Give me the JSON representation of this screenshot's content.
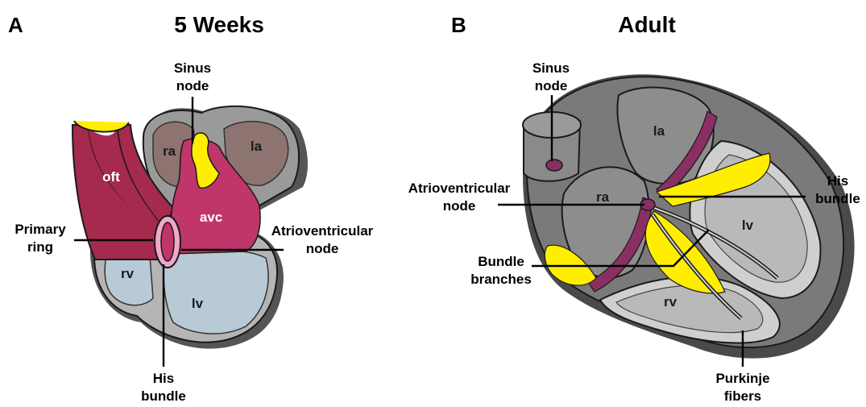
{
  "panel_a": {
    "letter": "A",
    "title": "5 Weeks",
    "labels": {
      "sinus_line1": "Sinus",
      "sinus_line2": "node",
      "ra": "ra",
      "la": "la",
      "oft": "oft",
      "avc": "avc",
      "primary_line1": "Primary",
      "primary_line2": "ring",
      "av_line1": "Atrioventricular",
      "av_line2": "node",
      "rv": "rv",
      "lv": "lv",
      "his_line1": "His",
      "his_line2": "bundle"
    }
  },
  "panel_b": {
    "letter": "B",
    "title": "Adult",
    "labels": {
      "sinus_line1": "Sinus",
      "sinus_line2": "node",
      "la": "la",
      "ra": "ra",
      "lv": "lv",
      "rv": "rv",
      "his_line1": "His",
      "his_line2": "bundle",
      "av_line1": "Atrioventricular",
      "av_line2": "node",
      "bb_line1": "Bundle",
      "bb_line2": "branches",
      "pk_line1": "Purkinje",
      "pk_line2": "fibers"
    }
  },
  "colors": {
    "myocardium": "#6f6f6f",
    "wall_light": "#bdbdbd",
    "atrial_cavity": "#8d7470",
    "ventricle_cavity": "#b8cad6",
    "crimson": "#a52a4e",
    "magenta": "#c0356a",
    "yellow": "#ffee00",
    "pink_ring": "#f0a8c8",
    "purple_node": "#8a2f63"
  }
}
